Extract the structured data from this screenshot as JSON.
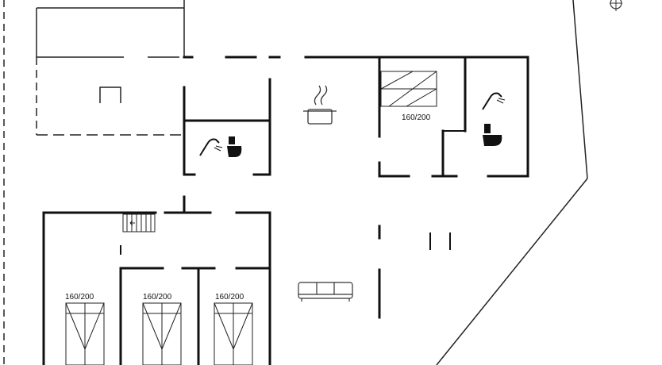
{
  "floorplan": {
    "bed_labels": {
      "upper_right": "160/200",
      "bed_left": "160/200",
      "bed_middle": "160/200",
      "bed_right": "160/200"
    },
    "icons": [
      "toilet-icon",
      "shower-icon",
      "stove-pot-icon",
      "sofa-icon",
      "stairs-icon",
      "compass-icon",
      "fireplace-icon"
    ]
  }
}
